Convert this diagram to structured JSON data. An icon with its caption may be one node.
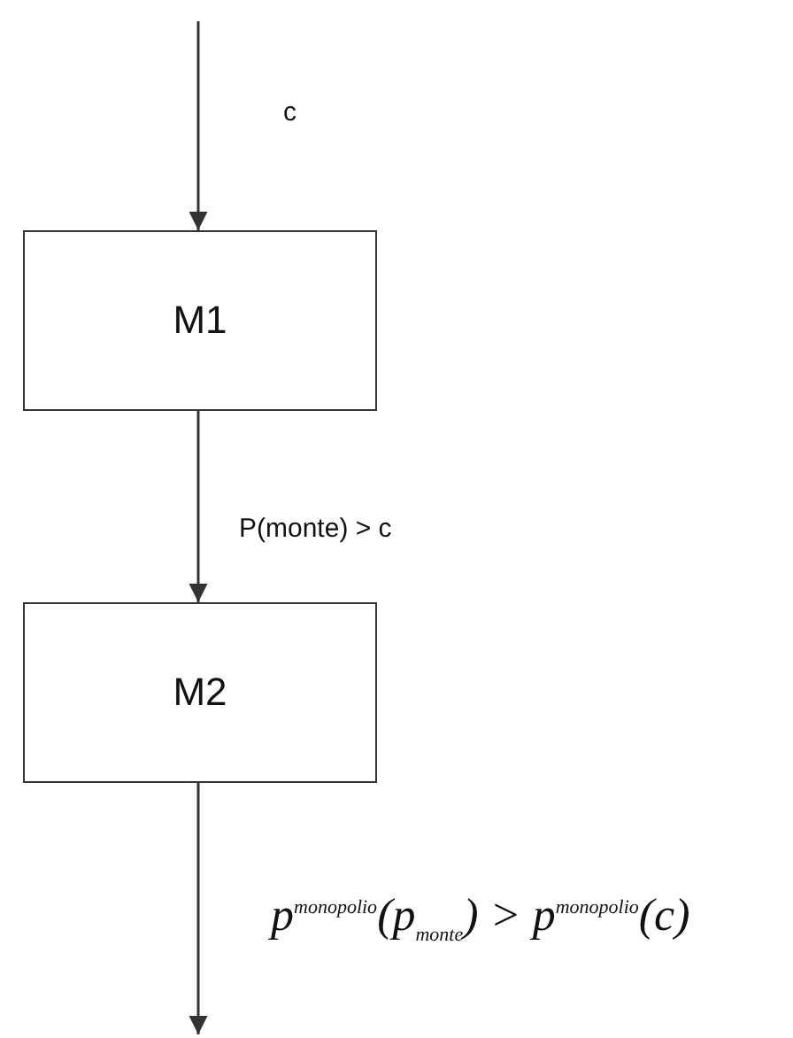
{
  "diagram": {
    "nodes": [
      {
        "text": [
          "M1"
        ]
      },
      {
        "text": [
          "M2"
        ]
      }
    ],
    "edges": [
      {
        "from": null,
        "to": 0,
        "arrow": "to",
        "label": "c"
      },
      {
        "from": 0,
        "to": 1,
        "arrow": "to",
        "label": "P(monte) > c"
      },
      {
        "from": 1,
        "to": null,
        "arrow": "to",
        "label": "p$^{monopolio}$(p$_{monte}$) > p$^{monopolio}$(c)"
      }
    ]
  }
}
